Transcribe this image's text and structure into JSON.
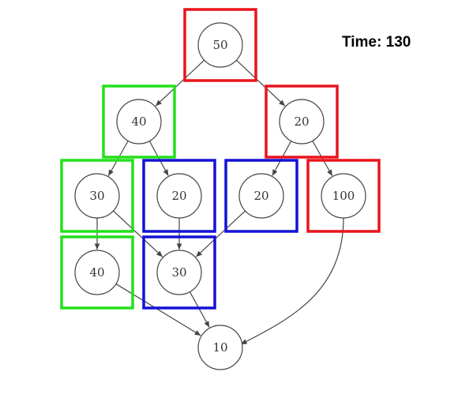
{
  "time": {
    "label": "Time:",
    "value": "130"
  },
  "colors": {
    "red": "#e8141c",
    "green": "#22e01b",
    "blue": "#1212d6"
  },
  "nodes": [
    {
      "id": "n50",
      "label": "50",
      "frame": "red"
    },
    {
      "id": "n40a",
      "label": "40",
      "frame": "green"
    },
    {
      "id": "n20a",
      "label": "20",
      "frame": "red"
    },
    {
      "id": "n30a",
      "label": "30",
      "frame": "green"
    },
    {
      "id": "n20b",
      "label": "20",
      "frame": "blue"
    },
    {
      "id": "n20c",
      "label": "20",
      "frame": "blue"
    },
    {
      "id": "n100",
      "label": "100",
      "frame": "red"
    },
    {
      "id": "n40b",
      "label": "40",
      "frame": "green"
    },
    {
      "id": "n30b",
      "label": "30",
      "frame": "blue"
    },
    {
      "id": "n10",
      "label": "10",
      "frame": null
    }
  ],
  "edges": [
    [
      "n50",
      "n40a"
    ],
    [
      "n50",
      "n20a"
    ],
    [
      "n40a",
      "n30a"
    ],
    [
      "n40a",
      "n20b"
    ],
    [
      "n20a",
      "n20c"
    ],
    [
      "n20a",
      "n100"
    ],
    [
      "n30a",
      "n40b"
    ],
    [
      "n30a",
      "n30b"
    ],
    [
      "n20b",
      "n30b"
    ],
    [
      "n20c",
      "n30b"
    ],
    [
      "n40b",
      "n10"
    ],
    [
      "n30b",
      "n10"
    ],
    [
      "n100",
      "n10"
    ]
  ]
}
